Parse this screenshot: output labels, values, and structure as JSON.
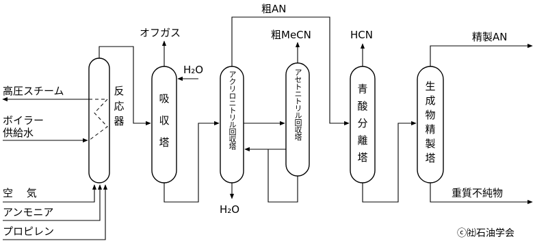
{
  "inputs": {
    "steam": "高圧スチーム",
    "boiler_water_1": "ボイラー",
    "boiler_water_2": "供給水",
    "air": "空　 気",
    "ammonia": "アンモニア",
    "propylene": "プロピレン"
  },
  "units": {
    "reactor": [
      "反",
      "応",
      "器"
    ],
    "absorber": [
      "吸",
      "収",
      "塔"
    ],
    "acrylonitrile_recovery": "アクリロニトリル回収塔",
    "acetonitrile_recovery": "アセトニトリル回収塔",
    "hcn_separator": [
      "青",
      "酸",
      "分",
      "離",
      "塔"
    ],
    "product_purifier": [
      "生",
      "成",
      "物",
      "精",
      "製",
      "塔"
    ]
  },
  "streams": {
    "offgas": "オフガス",
    "h2o_in": "H₂O",
    "crude_an": "粗AN",
    "crude_mecn": "粗MeCN",
    "hcn": "HCN",
    "purified_an": "精製AN",
    "heavy_impurities": "重質不純物",
    "h2o_out": "H₂O"
  },
  "credit": "ⓒ㈳石油学会"
}
